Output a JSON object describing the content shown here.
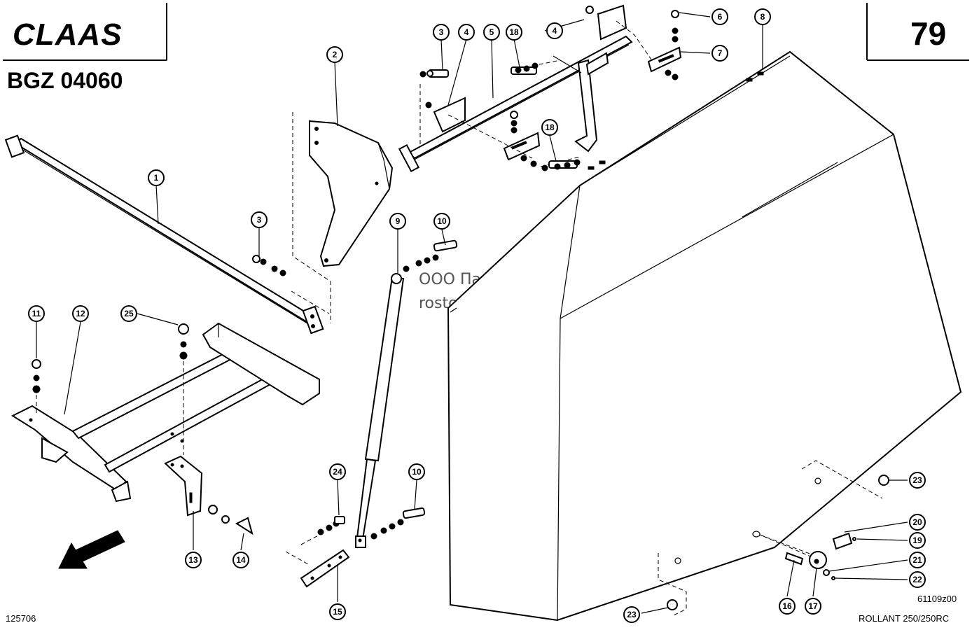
{
  "header": {
    "brand": "CLAAS",
    "drawing_code": "BGZ 04060",
    "page_number": "79"
  },
  "footer": {
    "left_code": "125706",
    "right_code": "61109z00",
    "model": "ROLLANT 250/250RC"
  },
  "watermark": {
    "line1": "ООО Паритет",
    "line2": "rostov-paritet.ru"
  },
  "callouts": [
    {
      "id": "c1",
      "label": "1"
    },
    {
      "id": "c2",
      "label": "2"
    },
    {
      "id": "c3a",
      "label": "3"
    },
    {
      "id": "c3b",
      "label": "3"
    },
    {
      "id": "c4a",
      "label": "4"
    },
    {
      "id": "c4b",
      "label": "4"
    },
    {
      "id": "c5",
      "label": "5"
    },
    {
      "id": "c6",
      "label": "6"
    },
    {
      "id": "c7",
      "label": "7"
    },
    {
      "id": "c8",
      "label": "8"
    },
    {
      "id": "c9",
      "label": "9"
    },
    {
      "id": "c10a",
      "label": "10"
    },
    {
      "id": "c10b",
      "label": "10"
    },
    {
      "id": "c11",
      "label": "11"
    },
    {
      "id": "c12",
      "label": "12"
    },
    {
      "id": "c13",
      "label": "13"
    },
    {
      "id": "c14",
      "label": "14"
    },
    {
      "id": "c15",
      "label": "15"
    },
    {
      "id": "c16",
      "label": "16"
    },
    {
      "id": "c17",
      "label": "17"
    },
    {
      "id": "c18a",
      "label": "18"
    },
    {
      "id": "c18b",
      "label": "18"
    },
    {
      "id": "c19",
      "label": "19"
    },
    {
      "id": "c20",
      "label": "20"
    },
    {
      "id": "c21",
      "label": "21"
    },
    {
      "id": "c22",
      "label": "22"
    },
    {
      "id": "c23a",
      "label": "23"
    },
    {
      "id": "c23b",
      "label": "23"
    },
    {
      "id": "c24",
      "label": "24"
    },
    {
      "id": "c25",
      "label": "25"
    }
  ]
}
